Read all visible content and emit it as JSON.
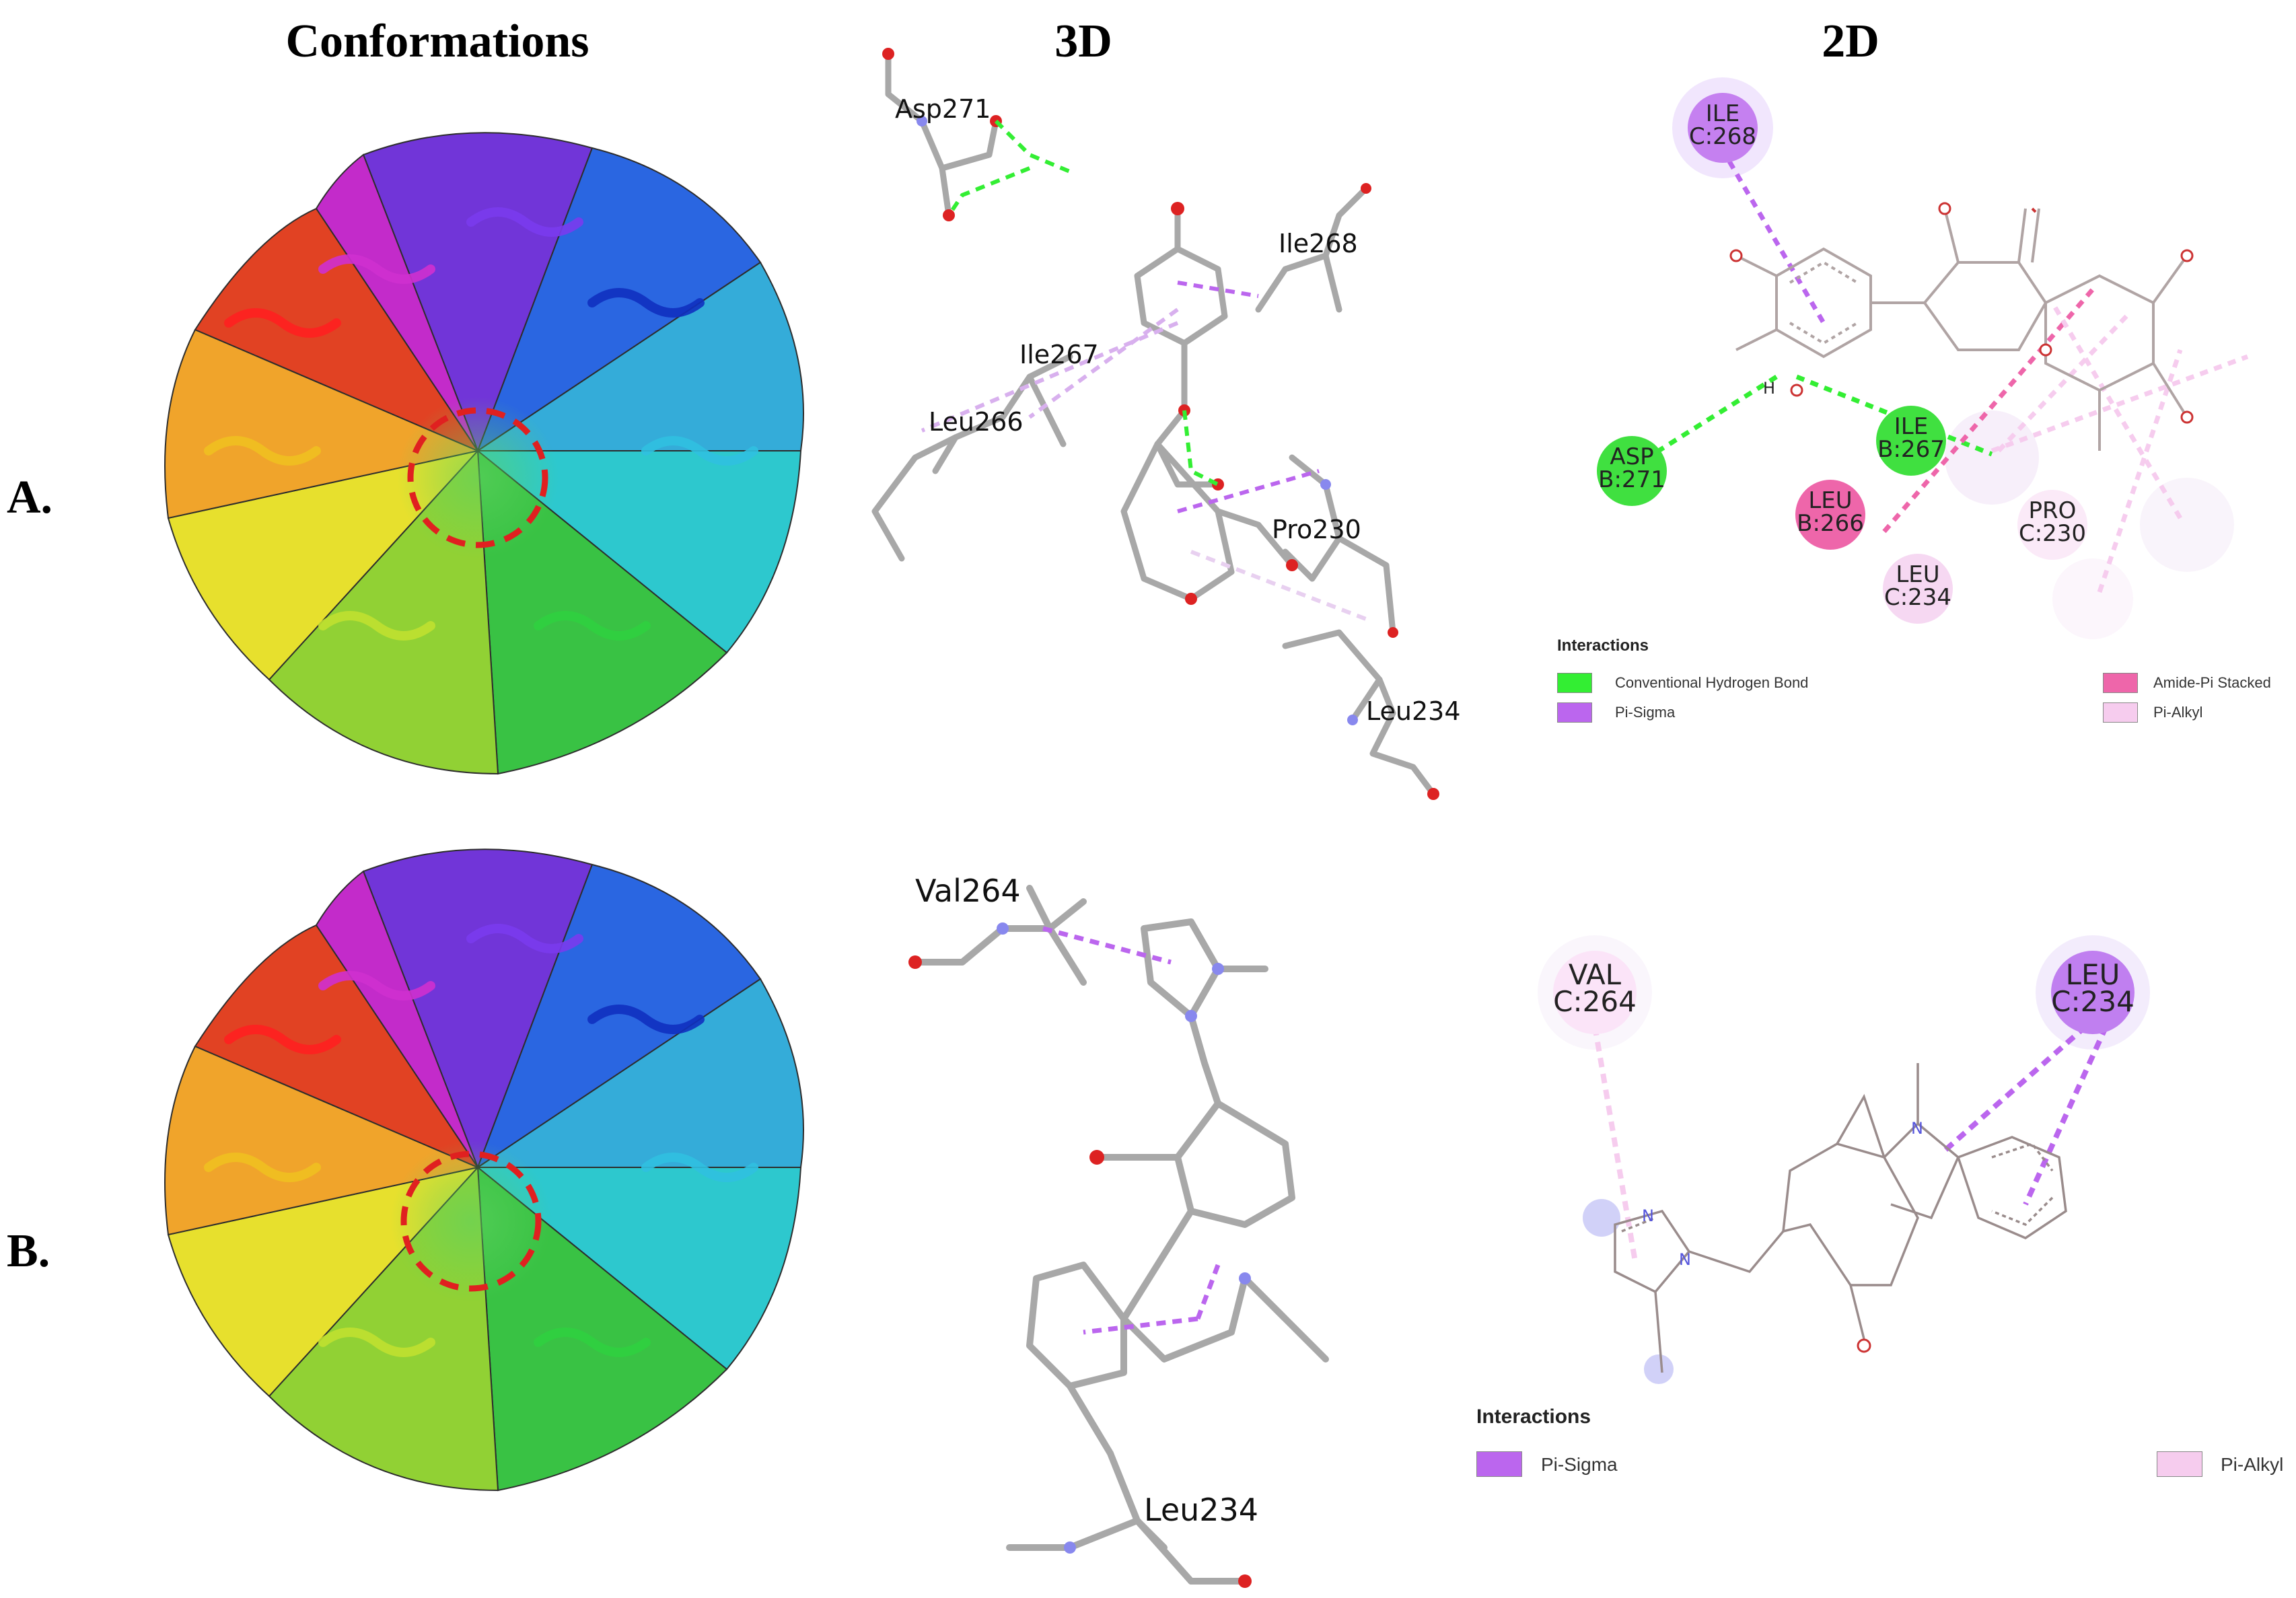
{
  "headers": {
    "conformations": "Conformations",
    "three_d": "3D",
    "two_d": "2D"
  },
  "rows": [
    {
      "label": "A.",
      "residues_3d": [
        "Asp271",
        "Ile268",
        "Ile267",
        "Leu266",
        "Pro230",
        "Leu234"
      ],
      "residues_2d": [
        {
          "name": "ILE",
          "chain": "C:268",
          "type": "Pi-Sigma"
        },
        {
          "name": "ASP",
          "chain": "B:271",
          "type": "Conventional Hydrogen Bond"
        },
        {
          "name": "ILE",
          "chain": "B:267",
          "type": "Conventional Hydrogen Bond"
        },
        {
          "name": "LEU",
          "chain": "B:266",
          "type": "Amide-Pi Stacked"
        },
        {
          "name": "PRO",
          "chain": "C:230",
          "type": "Pi-Alkyl"
        },
        {
          "name": "LEU",
          "chain": "C:234",
          "type": "Pi-Alkyl"
        }
      ],
      "h_label": "H",
      "legend": {
        "title": "Interactions",
        "items": [
          {
            "label": "Conventional Hydrogen Bond",
            "color": "#33ee33"
          },
          {
            "label": "Amide-Pi Stacked",
            "color": "#ee66aa"
          },
          {
            "label": "Pi-Sigma",
            "color": "#bb66ee"
          },
          {
            "label": "Pi-Alkyl",
            "color": "#f6ccee"
          }
        ]
      }
    },
    {
      "label": "B.",
      "residues_3d": [
        "Val264",
        "Leu234"
      ],
      "residues_2d": [
        {
          "name": "VAL",
          "chain": "C:264",
          "type": "Pi-Alkyl"
        },
        {
          "name": "LEU",
          "chain": "C:234",
          "type": "Pi-Sigma"
        }
      ],
      "atom_labels": [
        "N",
        "N",
        "N"
      ],
      "legend": {
        "title": "Interactions",
        "items": [
          {
            "label": "Pi-Sigma",
            "color": "#bb66ee"
          },
          {
            "label": "Pi-Alkyl",
            "color": "#f6ccee"
          }
        ]
      }
    }
  ],
  "colors": {
    "h_bond": "#33ee33",
    "amide_pi": "#ee66aa",
    "pi_sigma": "#bb66ee",
    "pi_alkyl": "#f6ccee",
    "highlight_circle": "#e02020",
    "stick_gray": "#a8a8a8",
    "oxygen": "#dd2222"
  }
}
